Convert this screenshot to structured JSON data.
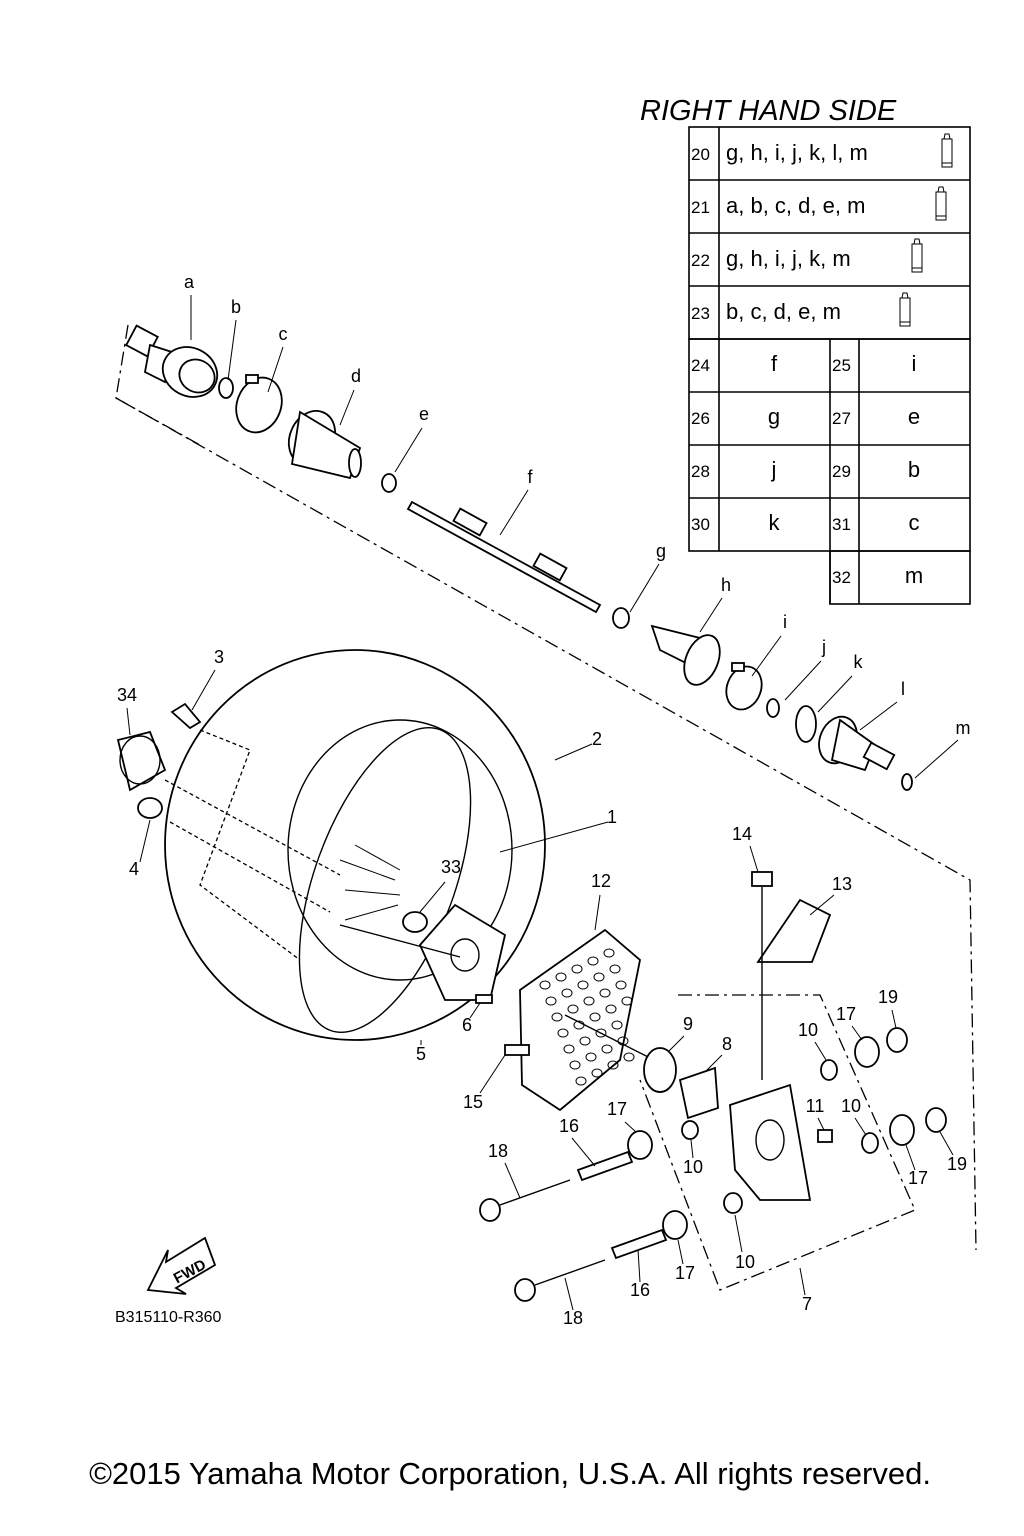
{
  "title": "RIGHT HAND SIDE",
  "kits": [
    {
      "num": "20",
      "parts": "g, h, i, j, k, l, m"
    },
    {
      "num": "21",
      "parts": "a, b, c, d, e, m"
    },
    {
      "num": "22",
      "parts": "g, h, i, j, k, m"
    },
    {
      "num": "23",
      "parts": "b, c, d, e, m"
    }
  ],
  "singles": [
    {
      "num": "24",
      "part": "f"
    },
    {
      "num": "25",
      "part": "i"
    },
    {
      "num": "26",
      "part": "g"
    },
    {
      "num": "27",
      "part": "e"
    },
    {
      "num": "28",
      "part": "j"
    },
    {
      "num": "29",
      "part": "b"
    },
    {
      "num": "30",
      "part": "k"
    },
    {
      "num": "31",
      "part": "c"
    },
    {
      "num": "32",
      "part": "m"
    }
  ],
  "letters": [
    "a",
    "b",
    "c",
    "d",
    "e",
    "f",
    "g",
    "h",
    "i",
    "j",
    "k",
    "l",
    "m"
  ],
  "callouts": [
    "1",
    "2",
    "3",
    "4",
    "5",
    "6",
    "7",
    "8",
    "9",
    "10",
    "10",
    "10",
    "10",
    "11",
    "12",
    "13",
    "14",
    "15",
    "16",
    "16",
    "17",
    "17",
    "17",
    "17",
    "18",
    "18",
    "19",
    "19",
    "33",
    "34"
  ],
  "fwd_label": "FWD",
  "drawing_code": "B315110-R360",
  "copyright": "©2015 Yamaha Motor Corporation, U.S.A. All rights reserved."
}
